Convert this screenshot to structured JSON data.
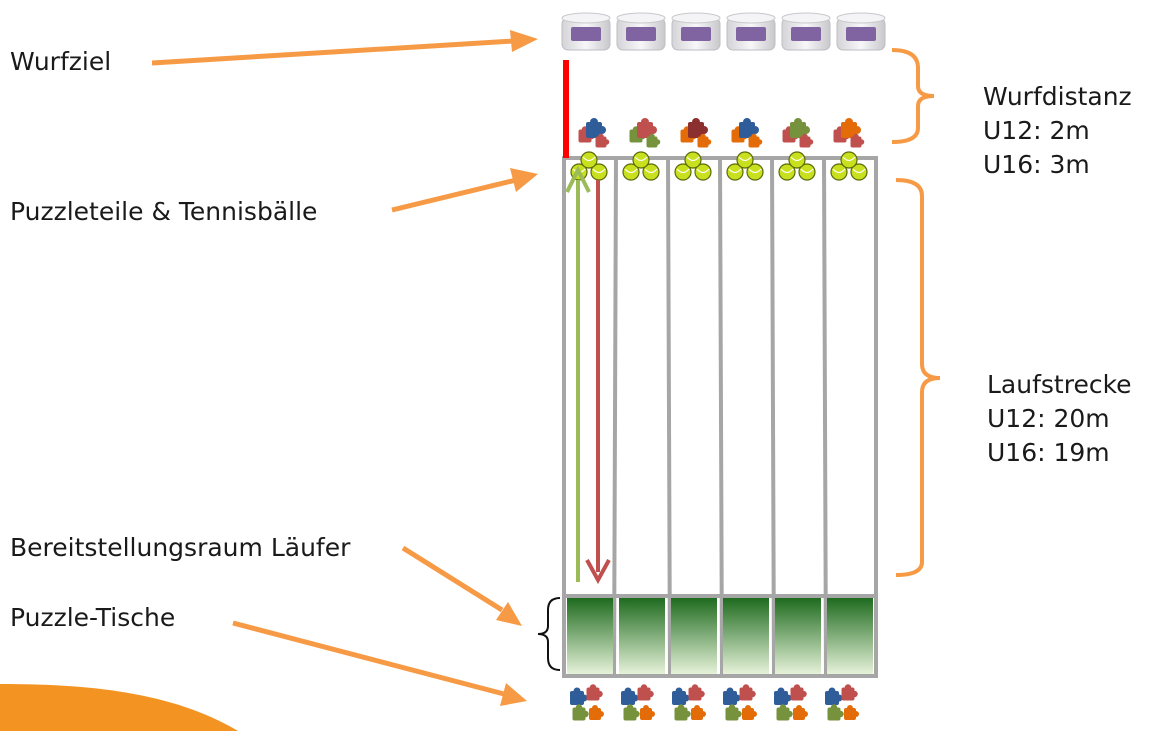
{
  "left_labels": {
    "wurfziel": "Wurfziel",
    "puzzleteile": "Puzzleteile & Tennisbälle",
    "bereitstellung": "Bereitstellungsraum Läufer",
    "puzzle_tische": "Puzzle-Tische"
  },
  "wurfdistanz": {
    "title": "Wurfdistanz",
    "u12": "U12: 2m",
    "u16": "U16: 3m"
  },
  "laufstrecke": {
    "title": "Laufstrecke",
    "u12": "U12: 20m",
    "u16": "U16: 19m"
  },
  "lanes": 6,
  "colors": {
    "arrow_orange": "#f79a46",
    "lane_border": "#a6a6a6",
    "target_purple": "#8064a2",
    "ball_green": "#c8e01e",
    "run_up_arrow": "#9bbb59",
    "run_down_arrow": "#c0504d",
    "throw_line": "#ff0000",
    "table_green_dark": "#1f6b1f",
    "table_green_light": "#e6f2d9",
    "corner_orange": "#f39322"
  },
  "icons": {
    "target": "cylinder-target-icon",
    "ball": "tennis-ball-icon",
    "puzzle": "puzzle-piece-icon"
  }
}
